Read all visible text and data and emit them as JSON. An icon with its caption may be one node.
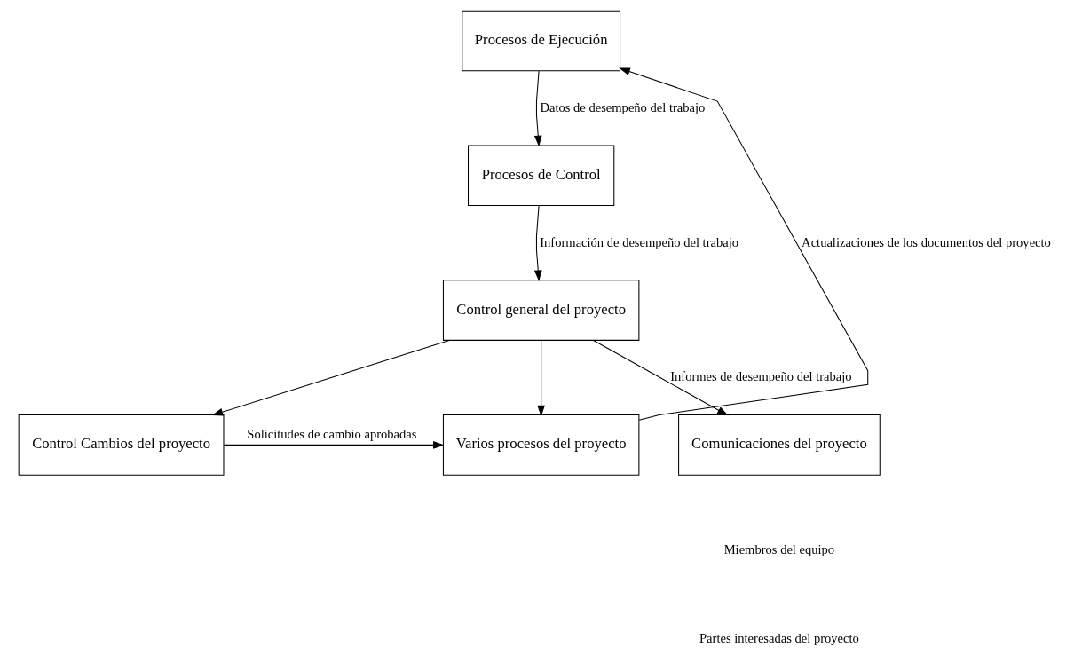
{
  "diagram": {
    "nodes": [
      {
        "text": [
          "Procesos de Ejecución"
        ]
      },
      {
        "text": [
          "Procesos de Control"
        ]
      },
      {
        "text": [
          "Control general del proyecto"
        ]
      },
      {
        "text": [
          "Control Cambios del proyecto"
        ]
      },
      {
        "text": [
          "Varios procesos del proyecto"
        ]
      },
      {
        "text": [
          "Comunicaciones del proyecto"
        ]
      }
    ],
    "edges": [
      {
        "from": 0,
        "to": 1,
        "arrow": "to",
        "label": "Datos de desempeño del trabajo"
      },
      {
        "from": 1,
        "to": 2,
        "arrow": "to",
        "label": "Información de desempeño del trabajo"
      },
      {
        "from": 2,
        "to": 3,
        "arrow": "to"
      },
      {
        "from": 2,
        "to": 4,
        "arrow": "to"
      },
      {
        "from": 2,
        "to": 5,
        "arrow": "to",
        "label": "Informes de desempeño del trabajo"
      },
      {
        "from": 3,
        "to": 4,
        "arrow": "to",
        "label": "Solicitudes de cambio aprobadas"
      },
      {
        "from": 4,
        "to": 0,
        "arrow": "to",
        "label": "Actualizaciones de los documentos del proyecto"
      }
    ],
    "labels": [
      "Miembros del equipo",
      "Partes interesadas del proyecto"
    ]
  }
}
